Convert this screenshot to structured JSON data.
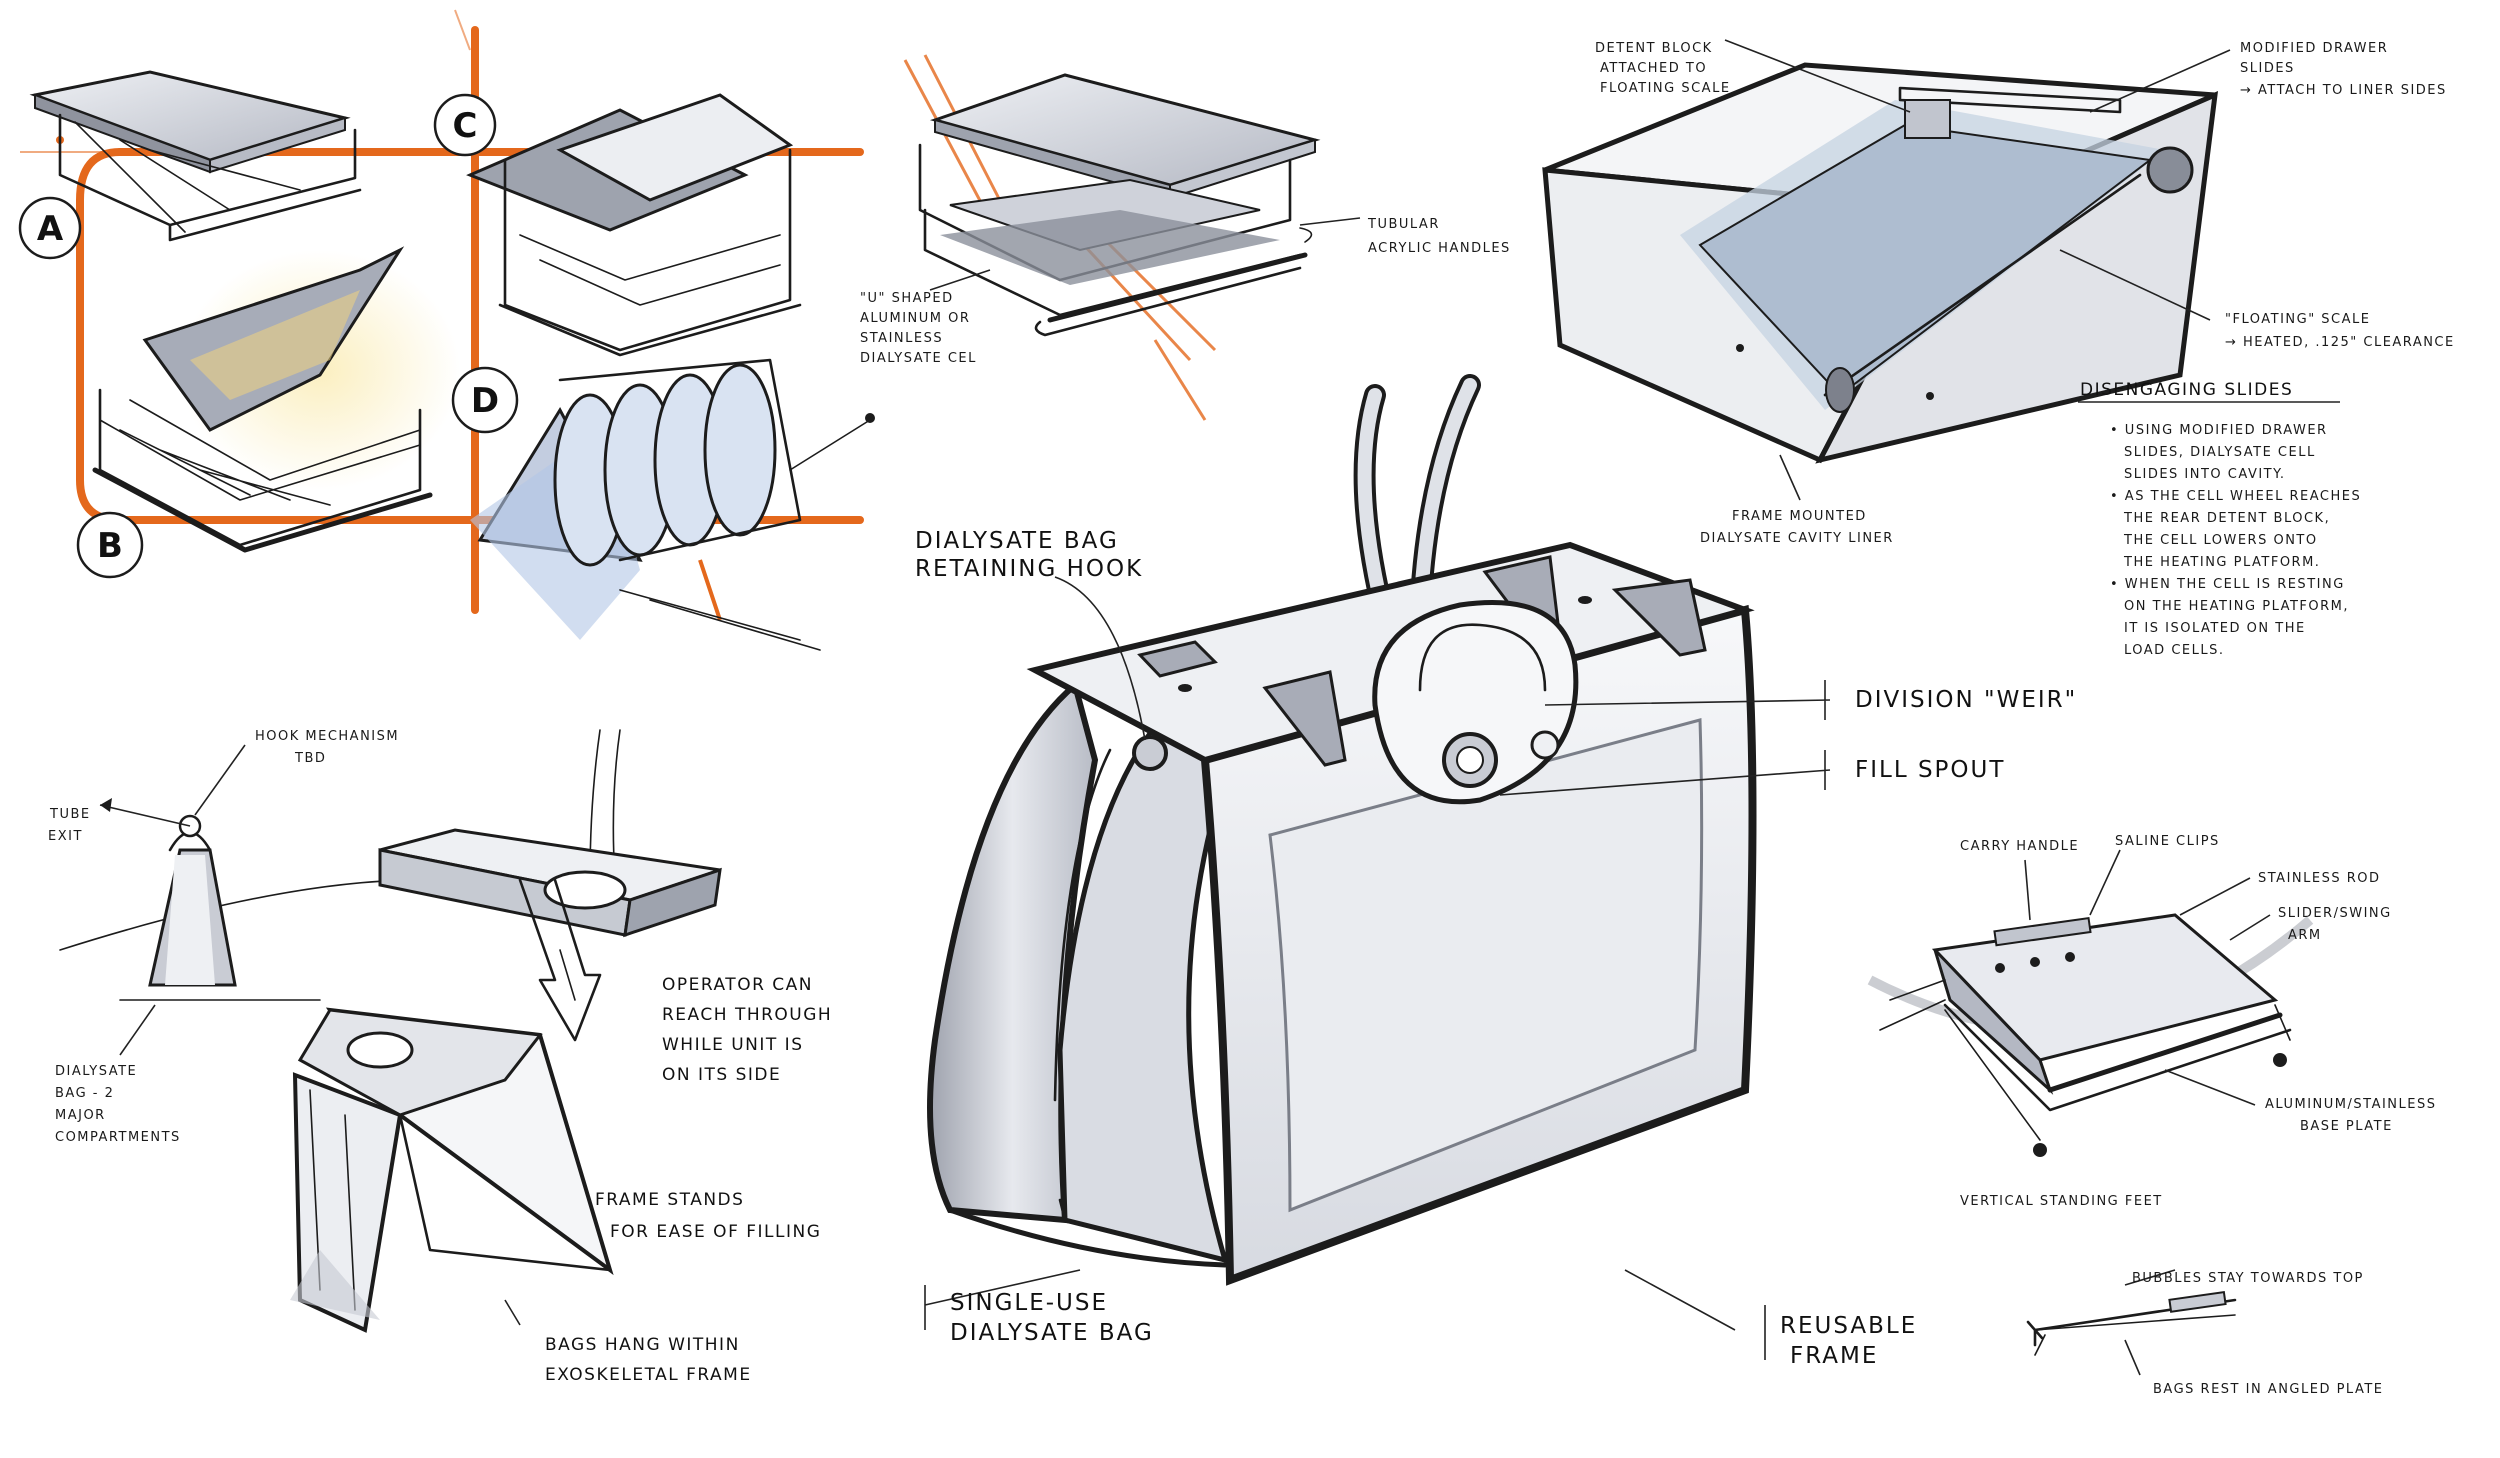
{
  "variant_labels": [
    "A",
    "B",
    "C",
    "D"
  ],
  "drawer_sketch": {
    "u_shaped_cell": [
      "\"U\" SHAPED",
      "ALUMINUM OR",
      "STAINLESS",
      "DIALYSATE CEL"
    ],
    "tubular_handles": [
      "TUBULAR",
      "ACRYLIC HANDLES"
    ]
  },
  "cavity_sketch": {
    "detent_block": [
      "DETENT BLOCK",
      "ATTACHED TO",
      "FLOATING SCALE"
    ],
    "drawer_slides": [
      "MODIFIED DRAWER",
      "SLIDES",
      "→ ATTACH TO LINER SIDES"
    ],
    "floating_scale": [
      "\"FLOATING\" SCALE",
      "→ HEATED, .125\" CLEARANCE"
    ],
    "cavity_liner": [
      "FRAME MOUNTED",
      "DIALYSATE CAVITY LINER"
    ]
  },
  "disengaging_slides": {
    "title": "DISENGAGING SLIDES",
    "lines": [
      "• USING MODIFIED DRAWER",
      "SLIDES, DIALYSATE CELL",
      "SLIDES INTO CAVITY.",
      "• AS THE CELL WHEEL REACHES",
      "THE REAR DETENT BLOCK,",
      "THE CELL LOWERS ONTO",
      "THE HEATING PLATFORM.",
      "• WHEN THE CELL IS RESTING",
      "ON THE HEATING PLATFORM,",
      "IT IS ISOLATED ON THE",
      "LOAD CELLS."
    ]
  },
  "hook_sketch": {
    "hook_mechanism": [
      "HOOK MECHANISM",
      "TBD"
    ],
    "tube_exit": [
      "TUBE",
      "EXIT"
    ],
    "bag_compartments": [
      "DIALYSATE",
      "BAG - 2",
      "MAJOR",
      "COMPARTMENTS"
    ]
  },
  "operator_note": [
    "OPERATOR CAN",
    "REACH THROUGH",
    "WHILE UNIT IS",
    "ON ITS SIDE"
  ],
  "frame_stands_note": [
    "FRAME STANDS",
    "FOR EASE OF FILLING"
  ],
  "bags_hang_note": [
    "BAGS HANG WITHIN",
    "EXOSKELETAL FRAME"
  ],
  "main_sketch": {
    "retaining_hook": [
      "DIALYSATE BAG",
      "RETAINING HOOK"
    ],
    "division_weir": "DIVISION \"WEIR\"",
    "fill_spout": "FILL SPOUT",
    "single_use_bag": [
      "SINGLE-USE",
      "DIALYSATE BAG"
    ],
    "reusable_frame": [
      "REUSABLE",
      "FRAME"
    ]
  },
  "plate_sketch": {
    "carry_handle": "CARRY HANDLE",
    "saline_clips": "SALINE CLIPS",
    "stainless_rod": "STAINLESS ROD",
    "slider_swing_arm": [
      "SLIDER/SWING",
      "ARM"
    ],
    "base_plate": [
      "ALUMINUM/STAINLESS",
      "BASE PLATE"
    ],
    "standing_feet": "VERTICAL STANDING FEET"
  },
  "angle_sketch": {
    "bubbles_note": "BUBBLES STAY TOWARDS TOP",
    "bags_rest_note": "BAGS REST IN ANGLED PLATE"
  },
  "colors": {
    "ink": "#1c1c1c",
    "marker_gray": "#b9bcc6",
    "cool_gray_light": "#dde0e8",
    "guide_orange": "#e4681c",
    "highlight_yellow": "#f3dd8a",
    "accent_blue": "#a9c1e4"
  }
}
